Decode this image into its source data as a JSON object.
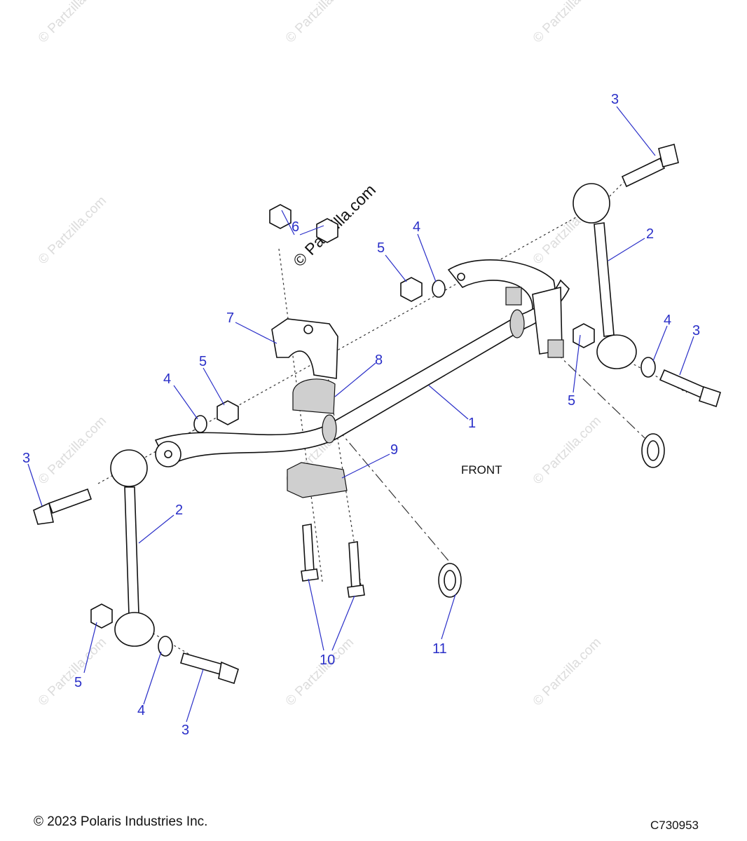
{
  "watermark": "© Partzilla.com",
  "direction_label": "FRONT",
  "callouts": {
    "c1": "1",
    "c2a": "2",
    "c2b": "2",
    "c3a": "3",
    "c3b": "3",
    "c3c": "3",
    "c3d": "3",
    "c4a": "4",
    "c4b": "4",
    "c4c": "4",
    "c4d": "4",
    "c5a": "5",
    "c5b": "5",
    "c5c": "5",
    "c5d": "5",
    "c6": "6",
    "c7": "7",
    "c8": "8",
    "c9": "9",
    "c10": "10",
    "c11": "11"
  },
  "footer": {
    "copyright": "© 2023 Polaris Industries Inc.",
    "diagram_code": "C730953"
  }
}
